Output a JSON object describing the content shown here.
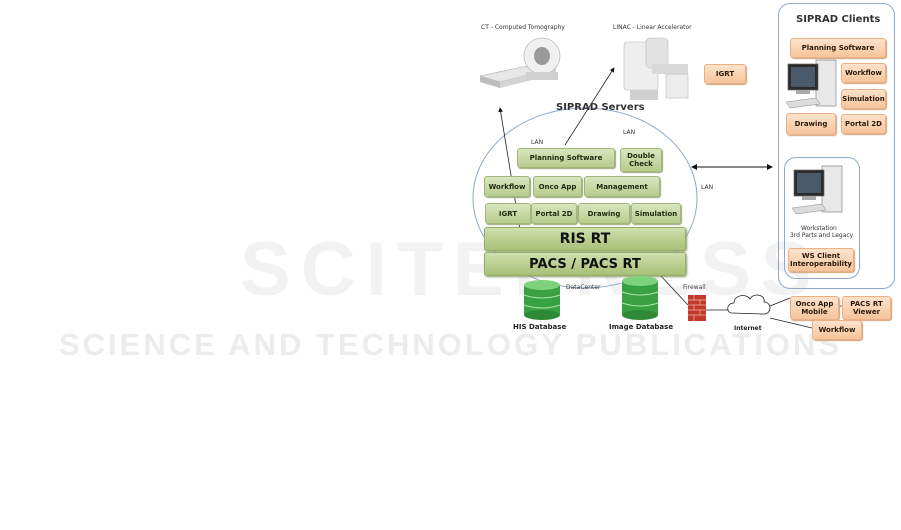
{
  "watermark": {
    "main": "SCITEPRESS",
    "sub": "SCIENCE AND TECHNOLOGY PUBLICATIONS"
  },
  "devices": {
    "ct_label": "CT - Computed Tomography",
    "linac_label": "LINAC - Linear Accelerator",
    "igrt_label": "IGRT"
  },
  "servers": {
    "title": "SIPRAD Servers",
    "lan_labels": [
      "LAN",
      "LAN",
      "LAN"
    ],
    "modules": {
      "planning_software": "Planning Software",
      "double_check": "Double Check",
      "workflow": "Workflow",
      "onco_app": "Onco App",
      "management": "Management",
      "igrt": "IGRT",
      "portal_2d": "Portal 2D",
      "drawing": "Drawing",
      "simulation": "Simulation"
    },
    "ris_rt": "RIS RT",
    "pacs_rt": "PACS / PACS RT",
    "datacenter": "DataCenter",
    "his_database": "HIS Database",
    "image_database": "Image Database",
    "firewall": "Firewall",
    "internet": "Internet"
  },
  "mobile": {
    "onco_app_mobile": "Onco App Mobile",
    "pacs_rt_viewer": "PACS RT Viewer",
    "workflow": "Workflow"
  },
  "clients": {
    "title": "SIPRAD Clients",
    "planning_software": "Planning Software",
    "workflow": "Workflow",
    "simulation": "Simulation",
    "drawing": "Drawing",
    "portal_2d": "Portal 2D",
    "workstation": "Workstation",
    "third_party": "3rd Parts and Legacy",
    "ws_client": "WS Client Interoperability"
  },
  "colors": {
    "green_module": "#c4d7a1",
    "orange_module": "#f8cfa9",
    "panel_border": "#8fa9c9",
    "db_green": "#3aa142",
    "firewall_red": "#c0392b"
  }
}
